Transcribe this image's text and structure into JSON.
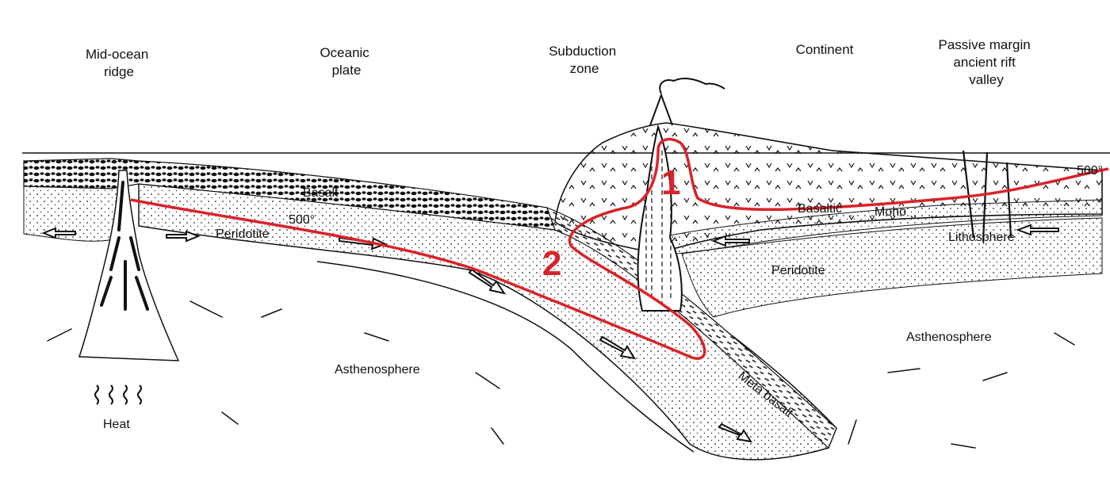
{
  "headings": {
    "mid_ocean_ridge": [
      "Mid-ocean",
      "ridge"
    ],
    "oceanic_plate": [
      "Oceanic",
      "plate"
    ],
    "subduction_zone": [
      "Subduction",
      "zone"
    ],
    "continent": [
      "Continent"
    ],
    "passive_margin": [
      "Passive margin",
      "ancient rift",
      "valley"
    ]
  },
  "labels": {
    "basalt": "Basalt",
    "peridotite_left": "Peridotite",
    "isotherm_left": "500°",
    "isotherm_right": "500°",
    "basaltic": "Basaltic",
    "moho": "Moho",
    "lithosphere": "Lithosphere",
    "peridotite_right": "Peridotite",
    "asthenosphere_center": "Asthenosphere",
    "asthenosphere_right": "Asthenosphere",
    "meta_basalt": "Meta basalt",
    "heat": "Heat"
  },
  "annotations": {
    "marker_1": "1",
    "marker_2": "2"
  },
  "colors": {
    "annotation_red": "#d8232a",
    "ink": "#111111",
    "paper": "#ffffff"
  }
}
